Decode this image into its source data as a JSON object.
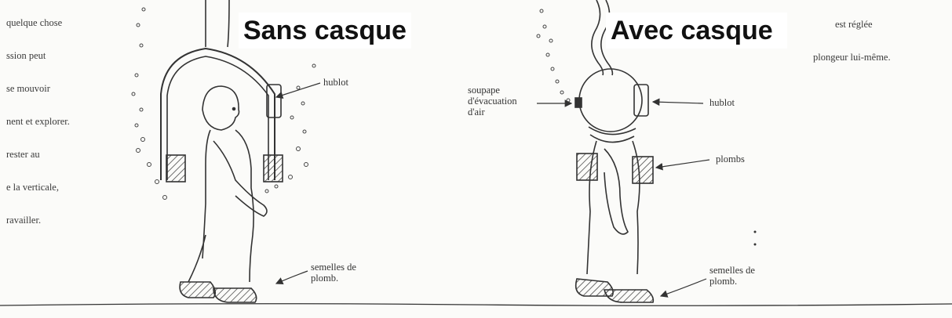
{
  "titles": {
    "left": "Sans casque",
    "right": "Avec casque"
  },
  "top_left_text": [
    "quelque chose",
    "ssion peut",
    "se mouvoir",
    "nent et explorer.",
    "rester au",
    "e la verticale,",
    "ravailler."
  ],
  "top_right_text": [
    "est réglée",
    "plongeur lui-même."
  ],
  "labels": {
    "left_hublot": "hublot",
    "left_semelles": "semelles de\nplomb.",
    "right_soupape": "soupape\nd'évacuation\nd'air",
    "right_hublot": "hublot",
    "right_plombs": "plombs",
    "right_semelles": "semelles de\nplomb."
  },
  "colors": {
    "ink": "#333333",
    "title_bg": "#ffffff",
    "paper": "#fbfbf9"
  }
}
